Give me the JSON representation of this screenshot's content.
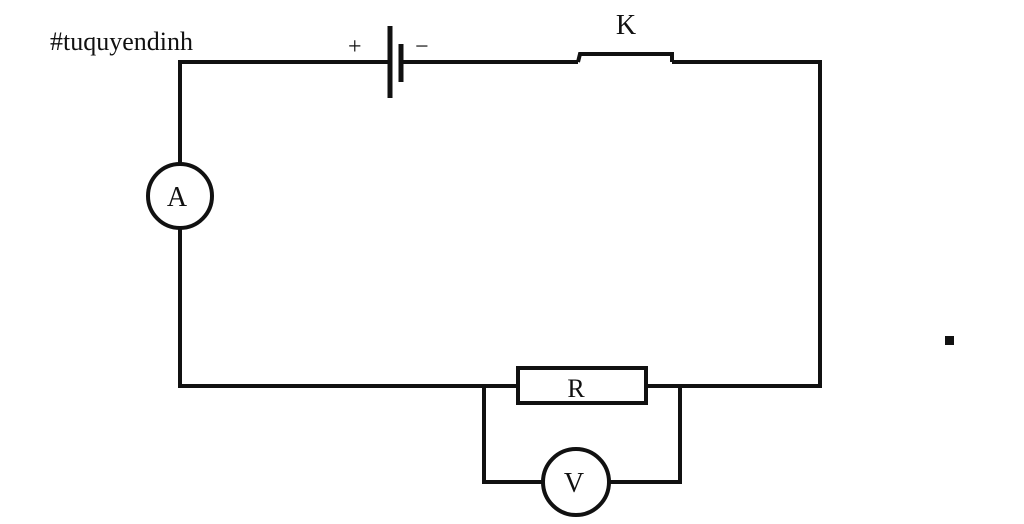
{
  "watermark": "#tuquyendinh",
  "battery": {
    "positive_label": "+",
    "negative_label": "−"
  },
  "switch": {
    "label": "K"
  },
  "ammeter": {
    "label": "A"
  },
  "resistor": {
    "label": "R"
  },
  "voltmeter": {
    "label": "V"
  },
  "colors": {
    "ink": "#111111",
    "background": "#ffffff"
  }
}
